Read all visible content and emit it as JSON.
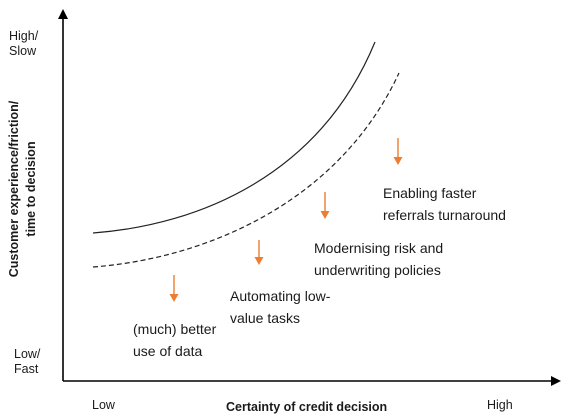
{
  "axes": {
    "x_title": "Certainty of credit decision",
    "x_low": "Low",
    "x_high": "High",
    "y_title": "Customer experience/friction/\ntime to decision",
    "y_high": "High/\nSlow",
    "y_low": "Low/\nFast"
  },
  "annotations": [
    "(much) better\nuse of data",
    "Automating low-\nvalue tasks",
    "Modernising risk and\nunderwriting policies",
    "Enabling faster\nreferrals turnaround"
  ],
  "colors": {
    "arrow": "#ed7d31",
    "line": "#000000",
    "text": "#1a1a1a"
  }
}
